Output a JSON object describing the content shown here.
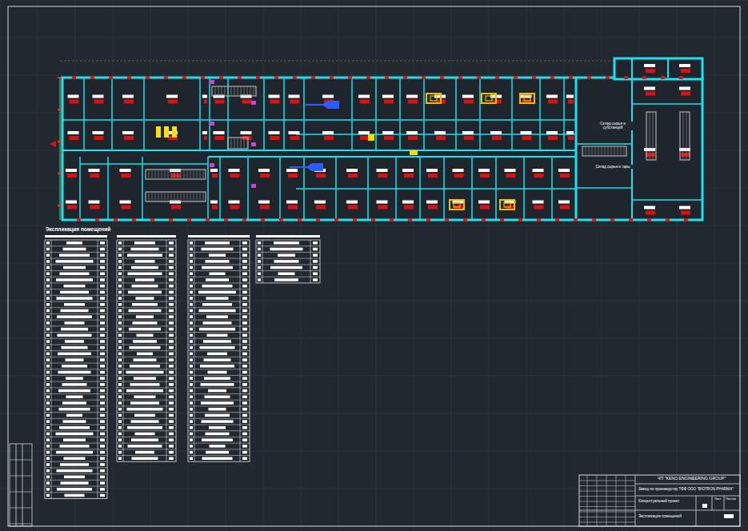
{
  "diagram": {
    "title": "Экспликация помещений",
    "labels": [
      "ЧП \"KENO ENGINEERING GROUP\"",
      "Завод по производству ТФФ ООО \"BIOTRON PHARMA\"",
      "Концептуальный проект",
      "Экспликация помещений",
      "Лист",
      "Листов",
      "Склад сырья и субстанций",
      "Склад сырья и тары"
    ]
  }
}
